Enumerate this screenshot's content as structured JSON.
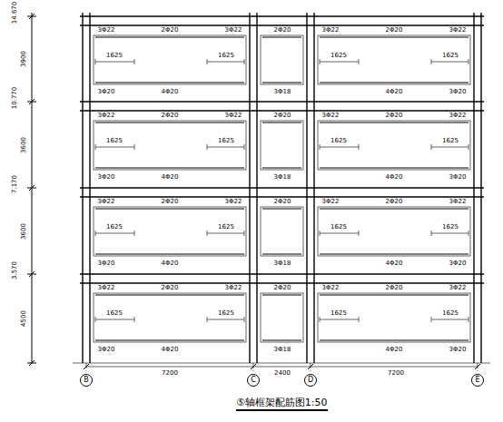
{
  "diagram": {
    "title": "⑤轴框架配筋图1:50",
    "nodes": [
      {
        "text": [
          "B"
        ]
      },
      {
        "text": [
          "C"
        ]
      },
      {
        "text": [
          "D"
        ]
      },
      {
        "text": [
          "E"
        ]
      }
    ],
    "labels": [
      "14.670",
      "10.770",
      "7.170",
      "3.570",
      "3900",
      "3600",
      "3600",
      "4500",
      "7200",
      "2400",
      "7200",
      "3Φ22",
      "2Φ20",
      "3Φ22",
      "1625",
      "1625",
      "3Φ20",
      "4Φ20",
      "2Φ20",
      "3Φ18",
      "3Φ22",
      "2Φ20",
      "3Φ22",
      "1625",
      "1625",
      "4Φ20",
      "3Φ20",
      "3Φ22",
      "2Φ20",
      "3Φ22",
      "1625",
      "1625",
      "3Φ20",
      "4Φ20",
      "2Φ20",
      "3Φ18",
      "3Φ22",
      "2Φ20",
      "3Φ22",
      "1625",
      "1625",
      "4Φ20",
      "3Φ20",
      "3Φ22",
      "2Φ20",
      "3Φ22",
      "1625",
      "1625",
      "3Φ20",
      "4Φ20",
      "2Φ20",
      "3Φ18",
      "3Φ22",
      "2Φ20",
      "3Φ22",
      "1625",
      "1625",
      "4Φ20",
      "3Φ20",
      "3Φ22",
      "2Φ20",
      "3Φ22",
      "1625",
      "1625",
      "3Φ20",
      "4Φ20",
      "2Φ20",
      "3Φ18",
      "3Φ22",
      "2Φ20",
      "3Φ22",
      "1625",
      "1625",
      "4Φ20",
      "3Φ20"
    ]
  }
}
